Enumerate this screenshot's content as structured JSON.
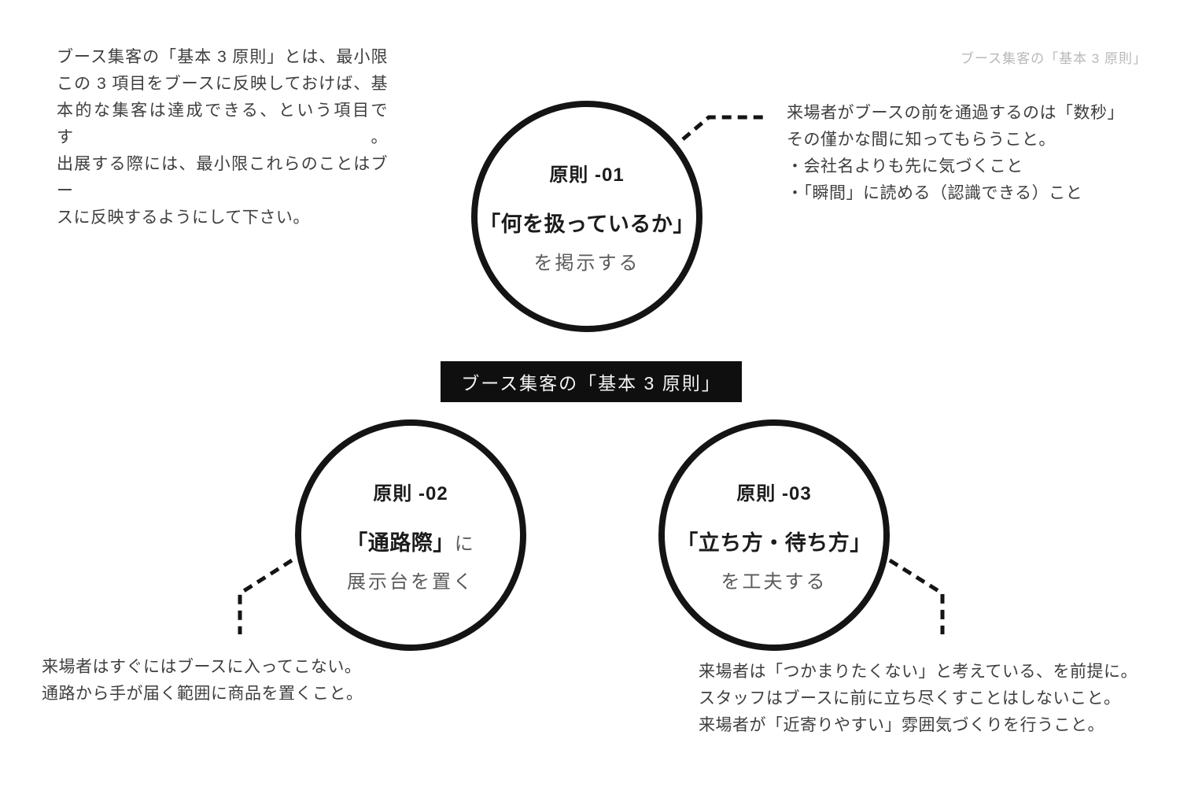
{
  "header": {
    "watermark": "ブース集客の「基本 3 原則」"
  },
  "intro": {
    "lines": [
      "ブース集客の「基本 3 原則」とは、最小限",
      "この 3 項目をブースに反映しておけば、基",
      "本的な集客は達成できる、という項目です。",
      "出展する際には、最小限これらのことはブー",
      "スに反映するようにして下さい。"
    ]
  },
  "banner": {
    "label": "ブース集客の「基本 3 原則」"
  },
  "principles": [
    {
      "id": "原則 -01",
      "keyword": "「何を扱っているか」",
      "keyword_suffix": "",
      "action": "を掲示する",
      "notes": [
        "来場者がブースの前を通過するのは「数秒」",
        "その僅かな間に知ってもらうこと。",
        "・会社名よりも先に気づくこと",
        "・「瞬間」に読める（認識できる）こと"
      ]
    },
    {
      "id": "原則 -02",
      "keyword": "「通路際」",
      "keyword_suffix": "に",
      "action": "展示台を置く",
      "notes": [
        "来場者はすぐにはブースに入ってこない。",
        "通路から手が届く範囲に商品を置くこと。"
      ]
    },
    {
      "id": "原則 -03",
      "keyword": "「立ち方・待ち方」",
      "keyword_suffix": "",
      "action": "を工夫する",
      "notes": [
        "来場者は「つかまりたくない」と考えている、を前提に。",
        "スタッフはブースに前に立ち尽くすことはしないこと。",
        "来場者が「近寄りやすい」雰囲気づくりを行うこと。"
      ]
    }
  ],
  "colors": {
    "background": "#ffffff",
    "ink": "#141414",
    "body_text": "#3e3e3e",
    "muted_text": "#5a5a5a",
    "watermark_text": "#b8b8b8",
    "banner_bg": "#0f0f0f",
    "banner_text": "#f4f4f4"
  }
}
